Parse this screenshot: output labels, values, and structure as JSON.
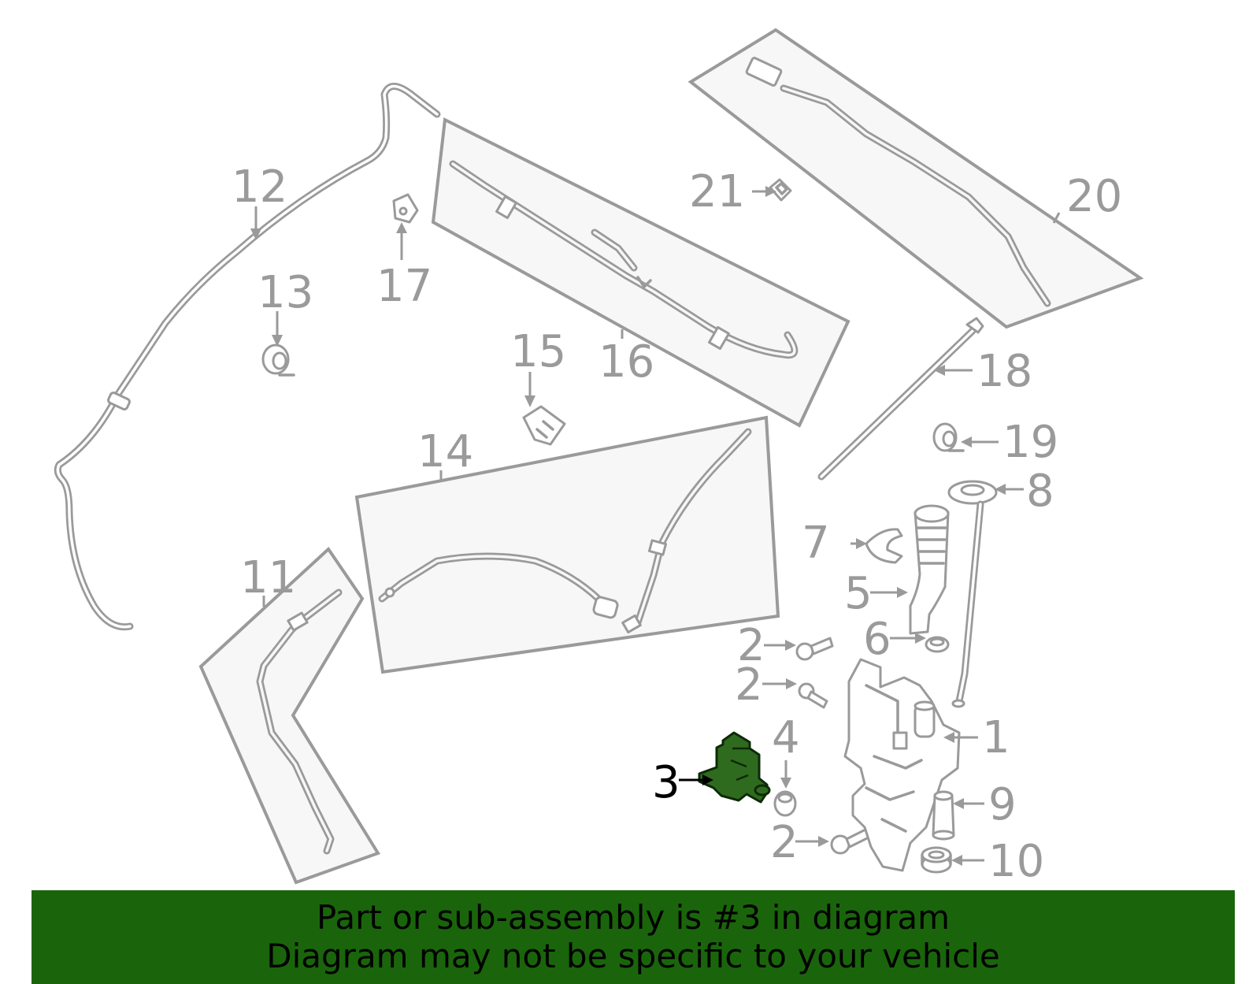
{
  "diagram": {
    "highlight_color": "#1a650b",
    "highlighted_part": "3",
    "callouts": {
      "c1": "1",
      "c2a": "2",
      "c2b": "2",
      "c2c": "2",
      "c3": "3",
      "c4": "4",
      "c5": "5",
      "c6": "6",
      "c7": "7",
      "c8": "8",
      "c9": "9",
      "c10": "10",
      "c11": "11",
      "c12": "12",
      "c13": "13",
      "c14": "14",
      "c15": "15",
      "c16": "16",
      "c17": "17",
      "c18": "18",
      "c19": "19",
      "c20": "20",
      "c21": "21"
    }
  },
  "banner": {
    "line1": "Part or sub-assembly is #3 in diagram",
    "line2": "Diagram may not be specific to your vehicle"
  }
}
